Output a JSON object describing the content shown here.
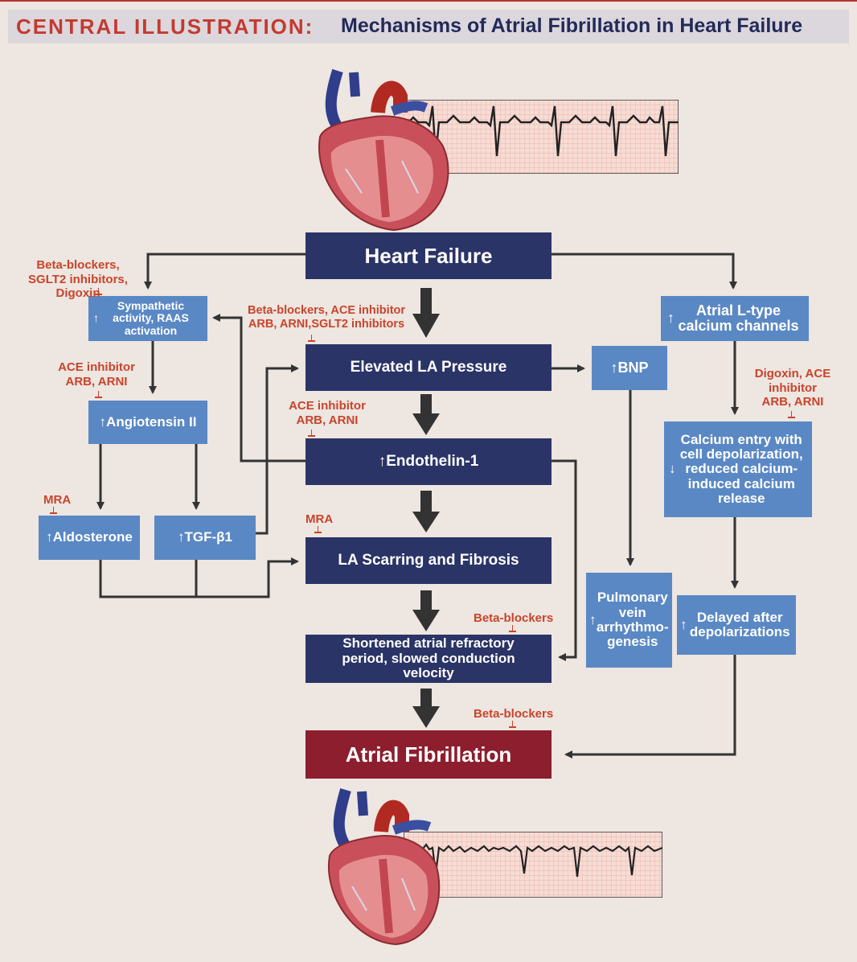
{
  "header": {
    "label": "CENTRAL ILLUSTRATION:",
    "title": "Mechanisms of Atrial Fibrillation in Heart Failure"
  },
  "nodes": {
    "heart_failure": "Heart Failure",
    "elevated_la_pressure": "Elevated LA Pressure",
    "endothelin": "Endothelin-1",
    "la_scarring": "LA Scarring and Fibrosis",
    "shortened_refractory": "Shortened atrial refractory period, slowed conduction velocity",
    "atrial_fibrillation": "Atrial Fibrillation",
    "sympathetic": "Sympathetic activity, RAAS activation",
    "angiotensin": "Angiotensin II",
    "aldosterone": "Aldosterone",
    "tgf": "TGF-β1",
    "bnp": "BNP",
    "l_type": "Atrial L-type calcium channels",
    "calcium_entry": "Calcium entry with cell depolarization, reduced calcium-induced calcium release",
    "pulmonary_vein": "Pulmonary vein arrhythmo-genesis",
    "delayed_after": "Delayed after depolarizations"
  },
  "drugs": {
    "sympathetic": "Beta-blockers, SGLT2 inhibitors, Digoxin",
    "elevated": "Beta-blockers, ACE inhibitor ARB, ARNI,SGLT2 inhibitors",
    "angiotensin": "ACE inhibitor ARB, ARNI",
    "endothelin": "ACE inhibitor ARB, ARNI",
    "aldosterone": "MRA",
    "scarring": "MRA",
    "refractory": "Beta-blockers",
    "af": "Beta-blockers",
    "calcium": "Digoxin, ACE inhibitor ARB, ARNI"
  },
  "colors": {
    "dark_box": "#2b3466",
    "light_box": "#5a88c4",
    "af_box": "#8c1e2e",
    "drug_text": "#c9442a",
    "arrow": "#333333"
  },
  "illustrations": {
    "top": {
      "heart_icon": "heart-anatomy-icon",
      "trace": "normal-sinus-rhythm-ecg"
    },
    "bottom": {
      "heart_icon": "heart-anatomy-icon",
      "trace": "atrial-fibrillation-ecg"
    }
  }
}
